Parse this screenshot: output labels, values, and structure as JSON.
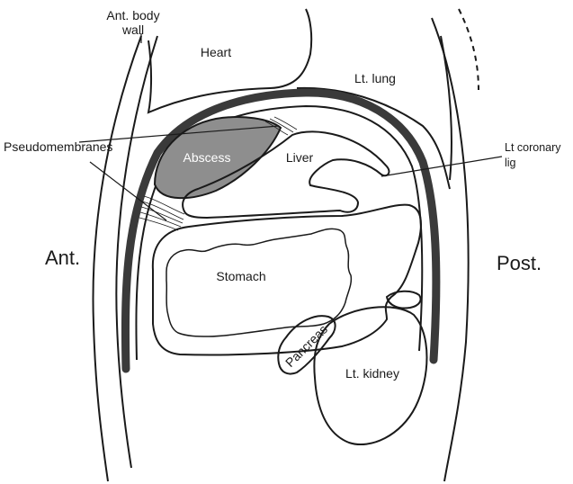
{
  "labels": {
    "ant_body_wall_line1": "Ant. body",
    "ant_body_wall_line2": "wall",
    "heart": "Heart",
    "lt_lung": "Lt. lung",
    "pseudomembranes": "Pseudomembranes",
    "abscess": "Abscess",
    "liver": "Liver",
    "lt_coronary_lig_line1": "Lt coronary",
    "lt_coronary_lig_line2": "lig",
    "ant": "Ant.",
    "post": "Post.",
    "stomach": "Stomach",
    "pancreas": "Pancreas",
    "lt_kidney": "Lt. kidney"
  },
  "colors": {
    "ink": "#1a1a1a",
    "diaphragm_band": "#3a3a3a",
    "abscess_fill": "#8e8e8e",
    "background": "#ffffff"
  }
}
